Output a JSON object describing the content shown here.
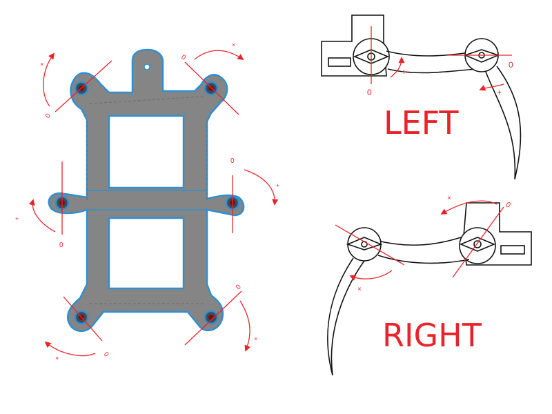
{
  "colors": {
    "frame_fill": "#858585",
    "frame_outline": "#2f8fd0",
    "annotation": "#e8242a",
    "line": "#111111",
    "screw": "#3c4b5a"
  },
  "frame": {
    "mounts": [
      {
        "id": "front-left",
        "zero": "0",
        "cw": "×"
      },
      {
        "id": "front-right",
        "zero": "0",
        "cw": "×"
      },
      {
        "id": "mid-left",
        "zero": "0",
        "cw": "+"
      },
      {
        "id": "mid-right",
        "zero": "0",
        "cw": "+"
      },
      {
        "id": "rear-left",
        "zero": "0",
        "cw": "×"
      },
      {
        "id": "rear-right",
        "zero": "0",
        "cw": "×"
      }
    ]
  },
  "left_leg": {
    "title": "LEFT",
    "coxa_zero": "0",
    "coxa_plus": "+",
    "femur_zero": "0",
    "femur_plus": "+"
  },
  "right_leg": {
    "title": "RIGHT",
    "coxa_zero": "0",
    "coxa_mark": "×",
    "femur_mark": "×"
  }
}
